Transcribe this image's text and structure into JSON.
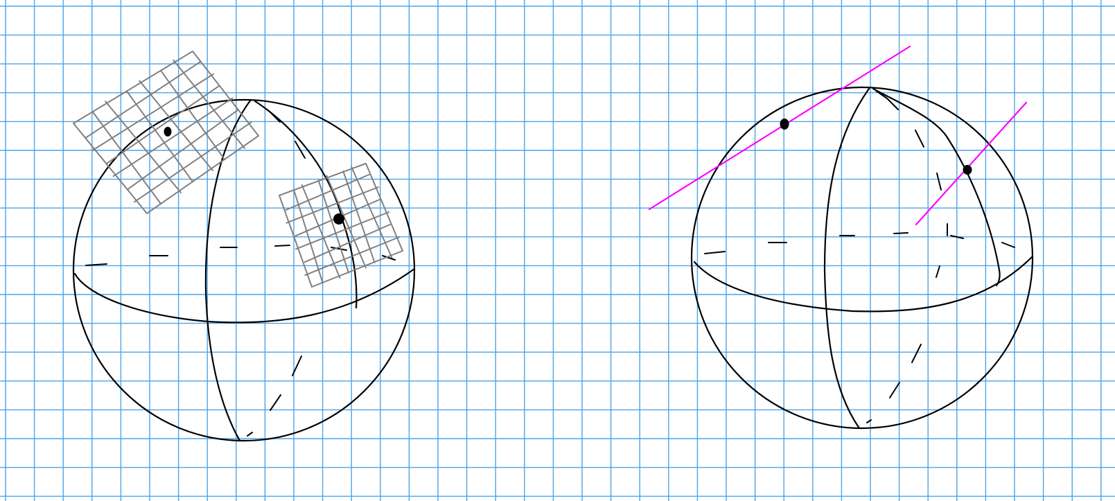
{
  "colors": {
    "paper": "#ffffff",
    "grid": "#4aa3ea",
    "ink": "#000000",
    "patch": "#808080",
    "tangent": "#ff00ff"
  },
  "figures": [
    {
      "id": "left-sphere",
      "tangent_planes": 2,
      "marked_points": 2
    },
    {
      "id": "right-sphere",
      "tangent_lines": 2,
      "marked_points": 2
    }
  ]
}
